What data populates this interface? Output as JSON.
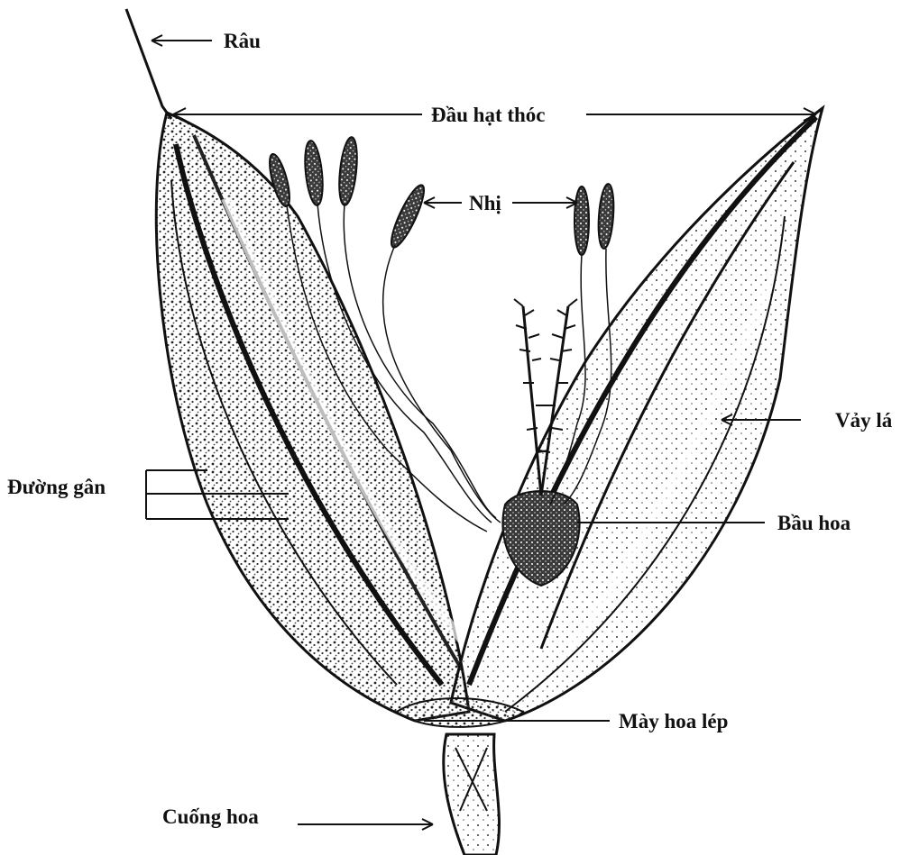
{
  "labels": {
    "rau": "Râu",
    "dau_hat_thoc": "Đầu hạt thóc",
    "nhi": "Nhị",
    "vay_la": "Vảy lá",
    "duong_gan": "Đường gân",
    "bau_hoa": "Bầu hoa",
    "may_hoa_lep": "Mày hoa lép",
    "cuong_hoa": "Cuống hoa"
  },
  "colors": {
    "ink": "#111111",
    "fill_dark": "#2a2a2a",
    "paper": "#ffffff"
  }
}
